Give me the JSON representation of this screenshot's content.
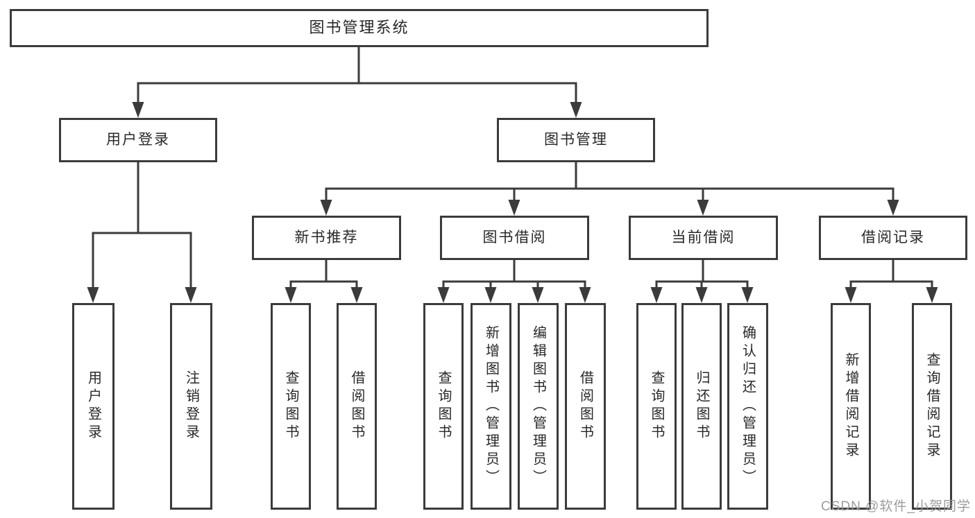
{
  "diagram": {
    "type": "tree",
    "title": "图书管理系统"
  },
  "nodes": {
    "root": {
      "label": "图书管理系统"
    },
    "user-login": {
      "label": "用户登录"
    },
    "book-mgmt": {
      "label": "图书管理"
    },
    "leaf-user-login": {
      "label": "用户登录"
    },
    "leaf-logout": {
      "label": "注销登录"
    },
    "new-book-rec": {
      "label": "新书推荐"
    },
    "book-borrow": {
      "label": "图书借阅"
    },
    "cur-borrow": {
      "label": "当前借阅"
    },
    "borrow-records": {
      "label": "借阅记录"
    },
    "rec-query-book": {
      "label": "查询图书"
    },
    "rec-borrow-book": {
      "label": "借阅图书"
    },
    "bb-query-book": {
      "label": "查询图书"
    },
    "bb-add-book": {
      "label": "新增图书（管理员）"
    },
    "bb-edit-book": {
      "label": "编辑图书（管理员）"
    },
    "bb-borrow-book": {
      "label": "借阅图书"
    },
    "cb-query-book": {
      "label": "查询图书"
    },
    "cb-return-book": {
      "label": "归还图书"
    },
    "cb-confirm-return": {
      "label": "确认归还（管理员）"
    },
    "br-add-record": {
      "label": "新增借阅记录"
    },
    "br-query-record": {
      "label": "查询借阅记录"
    }
  },
  "hierarchy": {
    "root": [
      "user-login",
      "book-mgmt"
    ],
    "user-login": [
      "leaf-user-login",
      "leaf-logout"
    ],
    "book-mgmt": [
      "new-book-rec",
      "book-borrow",
      "cur-borrow",
      "borrow-records"
    ],
    "new-book-rec": [
      "rec-query-book",
      "rec-borrow-book"
    ],
    "book-borrow": [
      "bb-query-book",
      "bb-add-book",
      "bb-edit-book",
      "bb-borrow-book"
    ],
    "cur-borrow": [
      "cb-query-book",
      "cb-return-book",
      "cb-confirm-return"
    ],
    "borrow-records": [
      "br-add-record",
      "br-query-record"
    ]
  },
  "watermark": {
    "text": "CSDN @软件_小贺同学"
  },
  "colors": {
    "line": "#3b3b3b",
    "border": "#3b3b3b",
    "text": "#282828",
    "box_fill": "#ffffff",
    "background": "#ffffff",
    "watermark": "#9c9c9c"
  }
}
